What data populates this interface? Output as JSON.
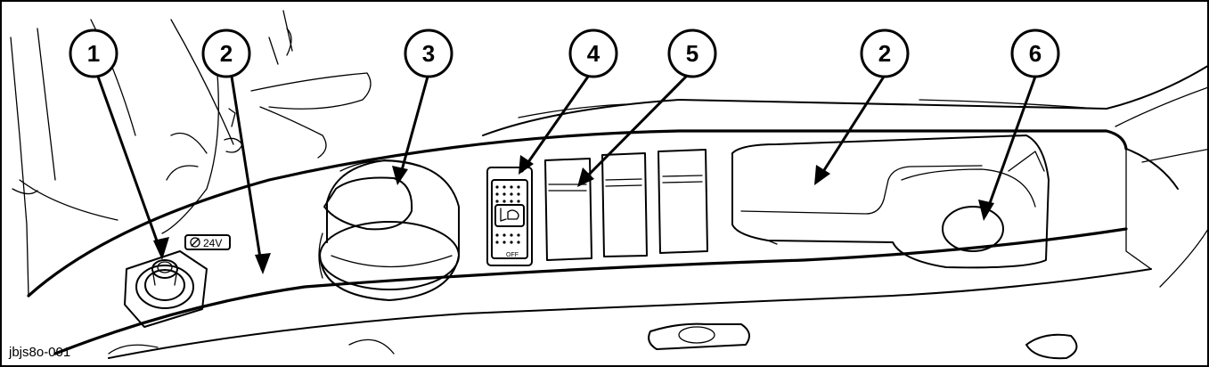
{
  "figure": {
    "id_text": "jbjs8o-001",
    "socket_label": "24V",
    "switch_top_mark": "",
    "switch_bottom_mark": "OFF"
  },
  "callouts": [
    {
      "number": "1"
    },
    {
      "number": "2"
    },
    {
      "number": "3"
    },
    {
      "number": "4"
    },
    {
      "number": "5"
    },
    {
      "number": "2"
    },
    {
      "number": "6"
    }
  ],
  "colors": {
    "line": "#000000",
    "background": "#ffffff"
  }
}
